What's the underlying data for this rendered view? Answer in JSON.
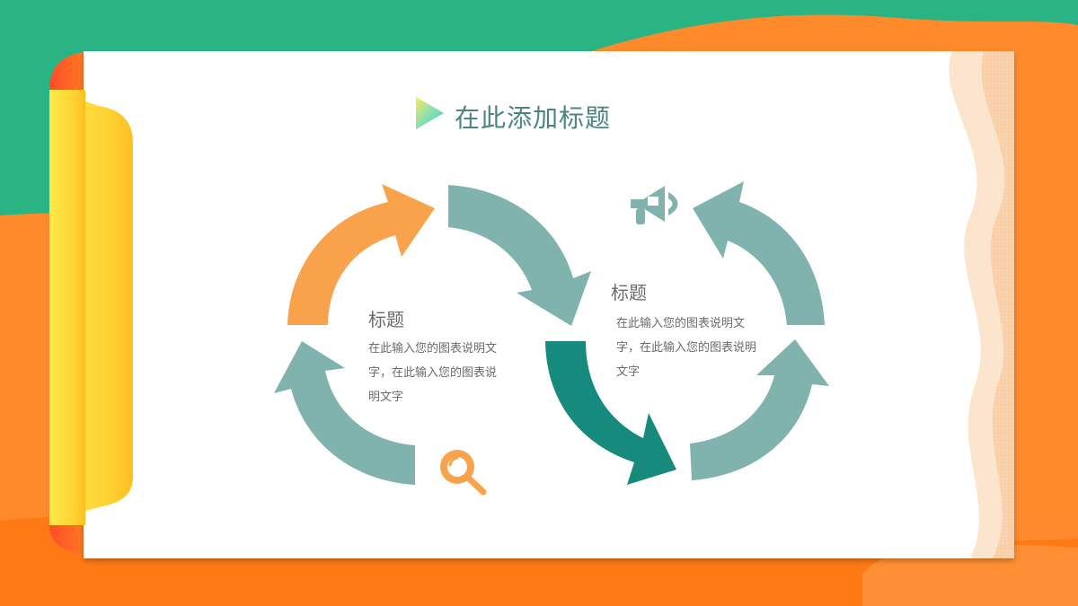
{
  "slide": {
    "title": "在此添加标题"
  },
  "blocks": {
    "left": {
      "title": "标题",
      "text": "在此输入您的图表说明文字，在此输入您的图表说明文字"
    },
    "right": {
      "title": "标题",
      "text": "在此输入您的图表说明文字，在此输入您的图表说明文字"
    }
  },
  "icons": {
    "left": "magnifier-icon",
    "right": "megaphone-icon",
    "title": "play-triangle-icon"
  },
  "colors": {
    "green_bg": "#2bb483",
    "orange_bg": "#ff8a2b",
    "paper": "#ffffff",
    "teal_light": "#80b3ad",
    "teal_dark": "#168a7c",
    "orange_arrow": "#f9a24c",
    "title_color": "#4a8580",
    "yellow_tab": "#ffd234"
  }
}
